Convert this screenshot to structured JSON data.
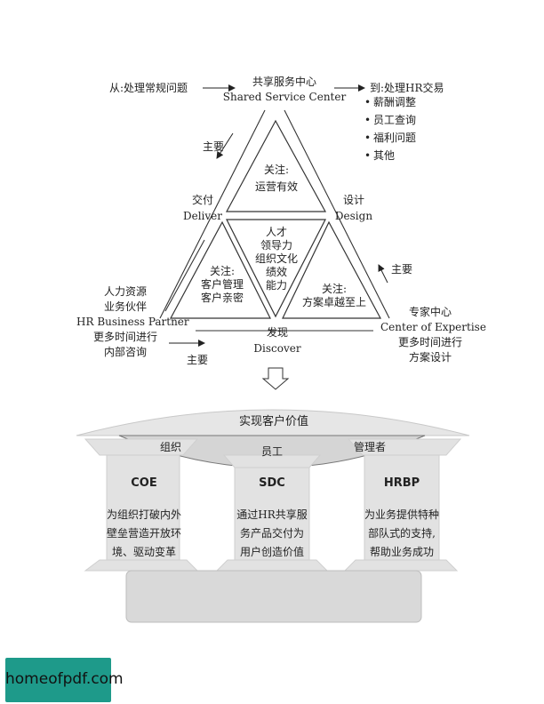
{
  "model": {
    "left_note": "从:处理常规问题",
    "ssc_cn": "共享服务中心",
    "ssc_en": "Shared Service Center",
    "right_note": "到:处理HR交易",
    "bullets": [
      "薪酬调整",
      "员工查询",
      "福利问题",
      "其他"
    ],
    "main_upper_left": "主要",
    "deliver_cn": "交付",
    "deliver_en": "Deliver",
    "design_cn": "设计",
    "design_en": "Design",
    "top_tri_1": "关注:",
    "top_tri_2": "运营有效",
    "center_lines": [
      "人才",
      "领导力",
      "组织文化",
      "绩效",
      "能力"
    ],
    "left_tri_lines": [
      "关注:",
      "客户管理",
      "客户亲密"
    ],
    "right_tri_lines": [
      "关注:",
      "方案卓越至上"
    ],
    "main_right": "主要",
    "hrbp_lines": [
      "人力资源",
      "业务伙伴",
      "HR Business Partner",
      "更多时间进行",
      "内部咨询"
    ],
    "main_bottom": "主要",
    "discover_cn": "发现",
    "discover_en": "Discover",
    "coe_lines": [
      "专家中心",
      "Center of Expertise",
      "更多时间进行",
      "方案设计"
    ]
  },
  "temple": {
    "roof": "实现客户价值",
    "arc_items": [
      "组织",
      "员工",
      "管理者"
    ],
    "pillars": [
      {
        "title": "COE",
        "lines": [
          "为组织打破内外",
          "壁垒营造开放环",
          "境、驱动变革"
        ]
      },
      {
        "title": "SDC",
        "lines": [
          "通过HR共享服",
          "务产品交付为",
          "用户创造价值"
        ]
      },
      {
        "title": "HRBP",
        "lines": [
          "为业务提供特种",
          "部队式的支持,",
          "帮助业务成功"
        ]
      }
    ]
  },
  "watermark": "homeofpdf.com",
  "colors": {
    "pillar_fill": "#e2e2e2",
    "roof_fill": "#e6e6e6",
    "base_fill": "#d9d9d9",
    "watermark_bg": "#1e9a8a"
  }
}
